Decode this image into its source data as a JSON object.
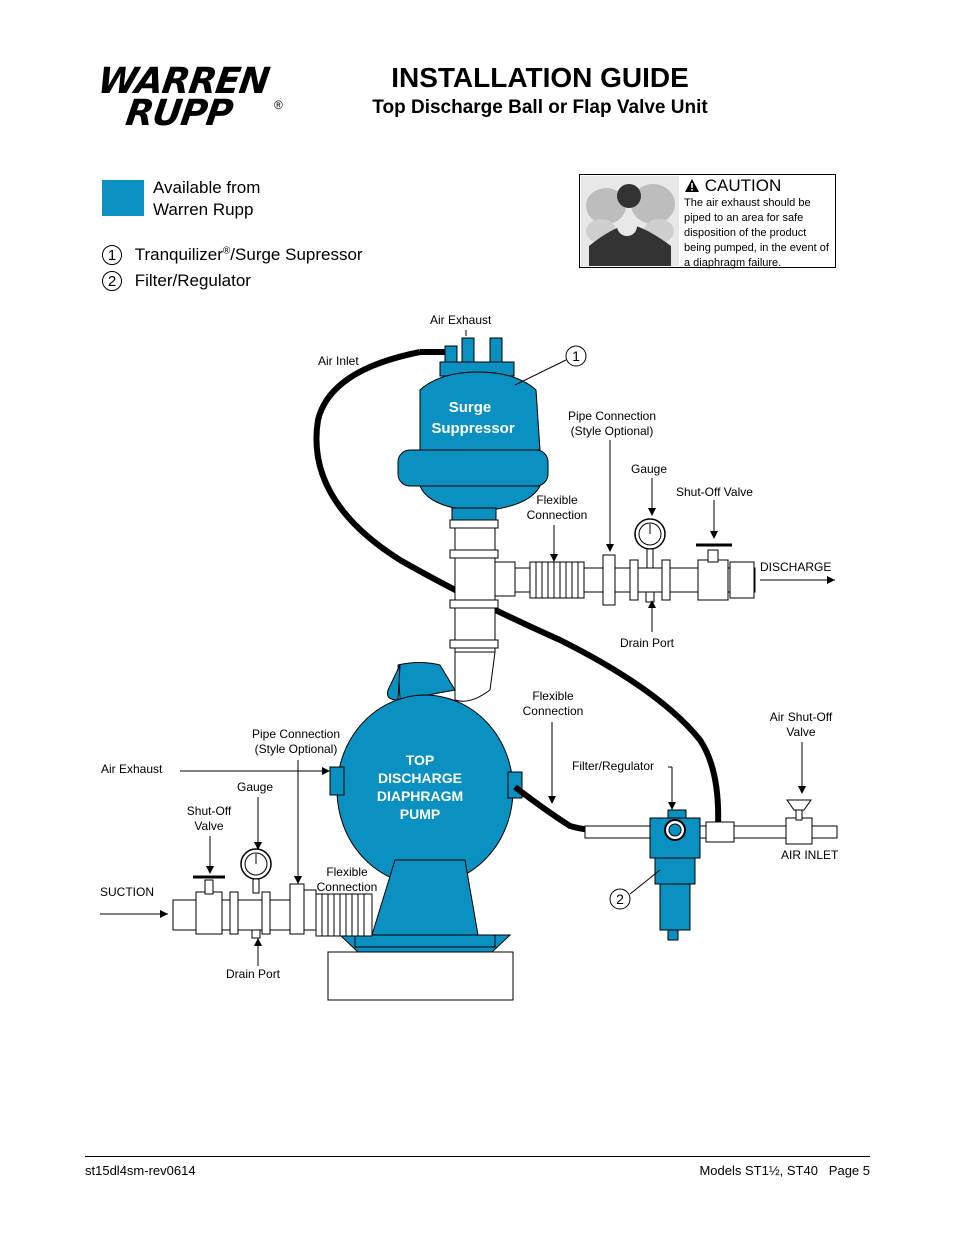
{
  "logo": {
    "line1": "WARREN",
    "line2": "RUPP",
    "reg": "®"
  },
  "header": {
    "title": "INSTALLATION GUIDE",
    "subtitle": "Top Discharge Ball or Flap Valve Unit"
  },
  "legend": {
    "swatch_color": "#0a91c1",
    "swatch_text_1": "Available from",
    "swatch_text_2": "Warren Rupp",
    "item1_num": "1",
    "item1_text": "Tranquilizer",
    "item1_reg": "®",
    "item1_text2": "/Surge Supressor",
    "item2_num": "2",
    "item2_text": "Filter/Regulator"
  },
  "caution": {
    "heading": "CAUTION",
    "text": "The air exhaust should be piped to an area for safe disposition of the product being pumped, in the event of a diaphragm failure.",
    "icon": "warning-triangle-icon"
  },
  "diagram": {
    "surge_1": "Surge",
    "surge_2": "Suppressor",
    "pump_1": "TOP",
    "pump_2": "DISCHARGE",
    "pump_3": "DIAPHRAGM",
    "pump_4": "PUMP",
    "callout_1": "1",
    "callout_2": "2",
    "labels": {
      "air_exhaust_top": "Air Exhaust",
      "air_inlet_top": "Air Inlet",
      "pipe_conn_top_1": "Pipe Connection",
      "pipe_conn_top_2": "(Style Optional)",
      "gauge_top": "Gauge",
      "shutoff_top": "Shut-Off Valve",
      "flex_top_1": "Flexible",
      "flex_top_2": "Connection",
      "discharge": "DISCHARGE",
      "drain_top": "Drain Port",
      "flex_mid_1": "Flexible",
      "flex_mid_2": "Connection",
      "air_shutoff_1": "Air Shut-Off",
      "air_shutoff_2": "Valve",
      "pipe_conn_left_1": "Pipe Connection",
      "pipe_conn_left_2": "(Style Optional)",
      "air_exhaust_left": "Air Exhaust",
      "filter_reg": "Filter/Regulator",
      "gauge_left": "Gauge",
      "shutoff_left_1": "Shut-Off",
      "shutoff_left_2": "Valve",
      "air_inlet_right": "AIR INLET",
      "flex_bot_1": "Flexible",
      "flex_bot_2": "Connection",
      "suction": "SUCTION",
      "drain_bot": "Drain Port"
    }
  },
  "footer": {
    "left": "st15dl4sm-rev0614",
    "right": "Models ST1½, ST40   Page 5"
  }
}
